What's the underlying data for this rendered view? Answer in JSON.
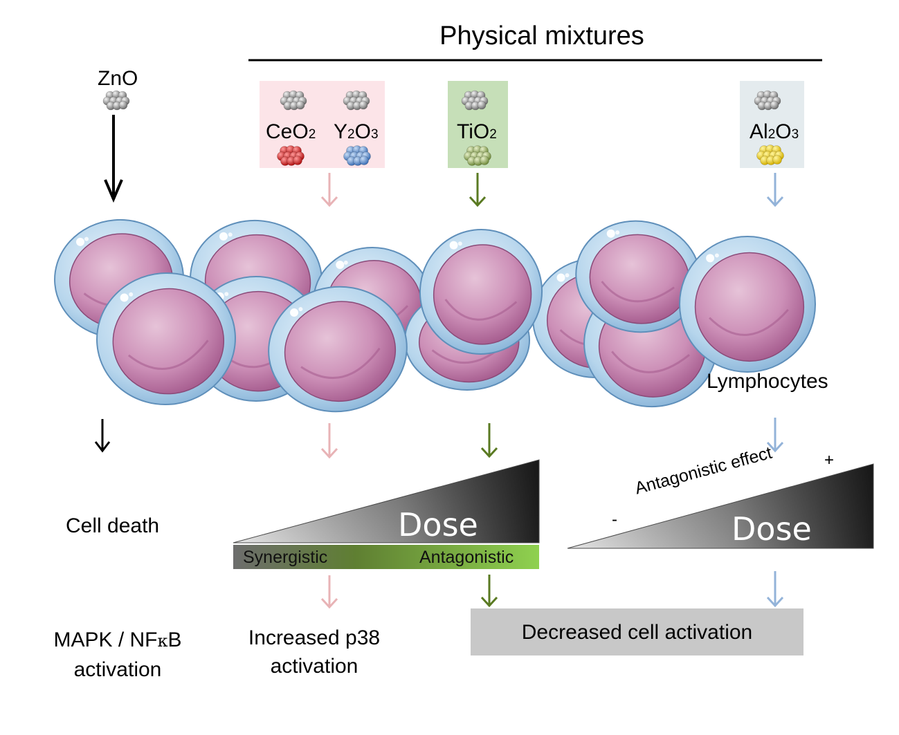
{
  "header": {
    "title": "Physical mixtures"
  },
  "single": {
    "label": "ZnO"
  },
  "mixtures": {
    "pink": {
      "label_a": "CeO",
      "sub_a": "2",
      "label_b": "Y",
      "sub_b1": "2",
      "mid_b": "O",
      "sub_b2": "3"
    },
    "green": {
      "label": "TiO",
      "sub": "2"
    },
    "grey": {
      "label_a": "Al",
      "sub_a": "2",
      "mid": "O",
      "sub_b": "3"
    }
  },
  "cells_label": "Lymphocytes",
  "rows": {
    "row1": "Cell death",
    "row2_line1": "MAPK / NF",
    "row2_kappa": "κ",
    "row2_b": "B",
    "row2_line2": "activation"
  },
  "dose_left": {
    "dose": "Dose",
    "bar_left": "Synergistic",
    "bar_right": "Antagonistic"
  },
  "dose_right": {
    "dose": "Dose",
    "effect": "Antagonistic effect",
    "minus": "-",
    "plus": "+"
  },
  "outcomes": {
    "p38_line1": "Increased p38",
    "p38_line2": "activation",
    "decreased": "Decreased cell activation"
  },
  "colors": {
    "pink_box": "#fce4e8",
    "green_box": "#c6dfb8",
    "grey_box": "#e4ebee",
    "pink_arrow": "#e8b3b6",
    "green_arrow": "#5a7a22",
    "blue_arrow": "#93b3d9",
    "cell_outer": "#a8cbe6",
    "cell_nucleus": "#c27ba8",
    "decreased_box": "#c8c8c8"
  }
}
